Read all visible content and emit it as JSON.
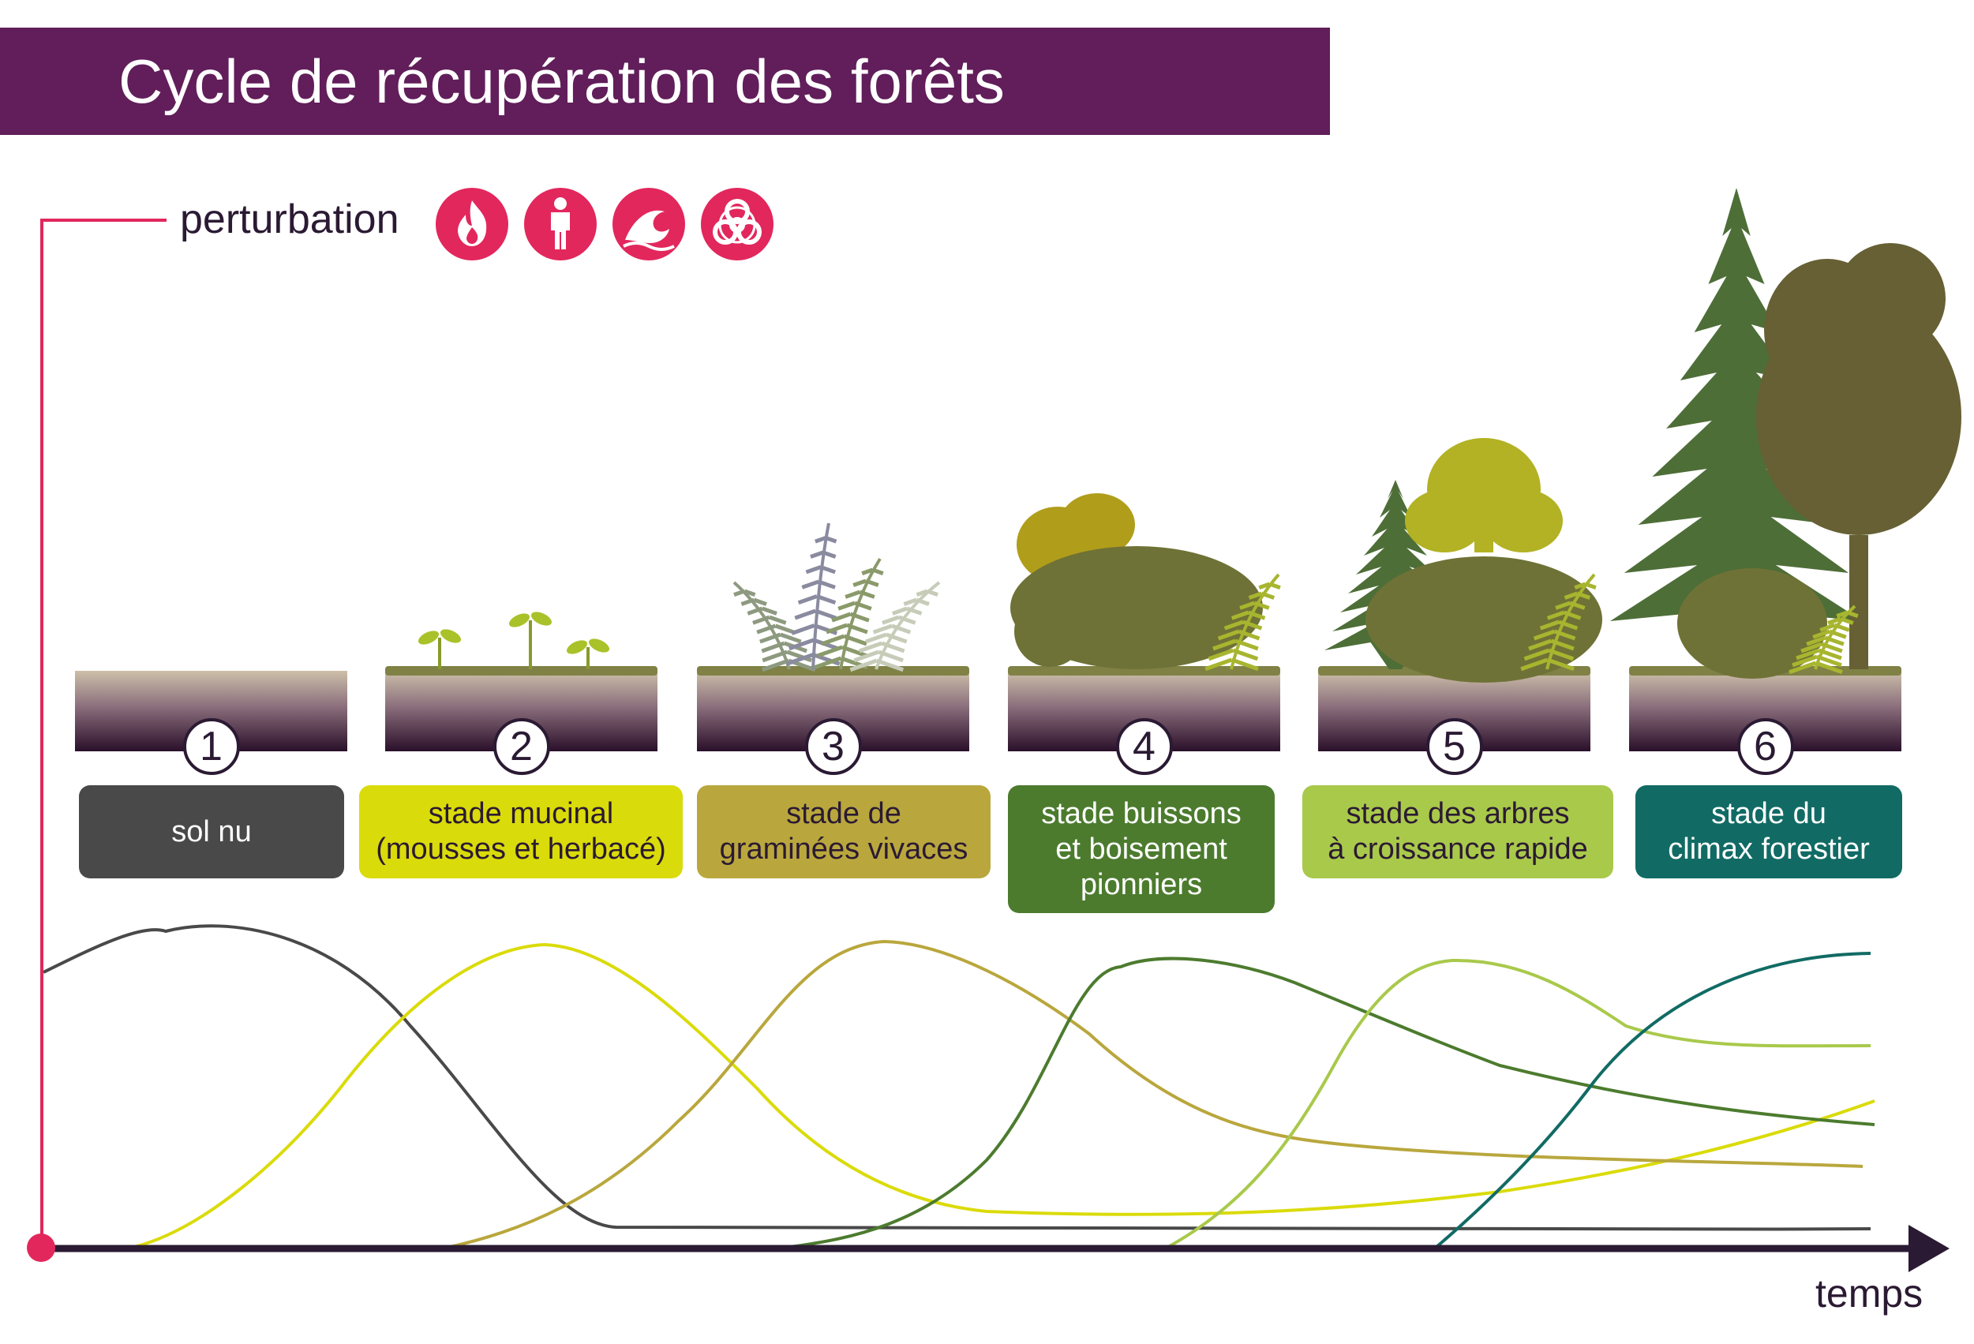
{
  "title": "Cycle de récupération des forêts",
  "disturbance": {
    "label": "perturbation",
    "icons": [
      "fire-icon",
      "human-icon",
      "wave-icon",
      "biohazard-icon"
    ],
    "color": "#e2275c"
  },
  "axis": {
    "x_label": "temps"
  },
  "stages": [
    {
      "number": "1",
      "label": "sol nu",
      "color": "#4a4949"
    },
    {
      "number": "2",
      "label": "stade mucinal\n(mousses et herbacé)",
      "color": "#dadb0a"
    },
    {
      "number": "3",
      "label": "stade de\ngraminées vivaces",
      "color": "#b9a73d"
    },
    {
      "number": "4",
      "label": "stade buissons\net boisement\npionniers",
      "color": "#4c7b2e"
    },
    {
      "number": "5",
      "label": "stade des arbres\nà croissance rapide",
      "color": "#a9c94b"
    },
    {
      "number": "6",
      "label": "stade du\nclimax forestier",
      "color": "#116b64"
    }
  ],
  "colors": {
    "title_bg": "#611e5a",
    "axis": "#2b1a33"
  }
}
